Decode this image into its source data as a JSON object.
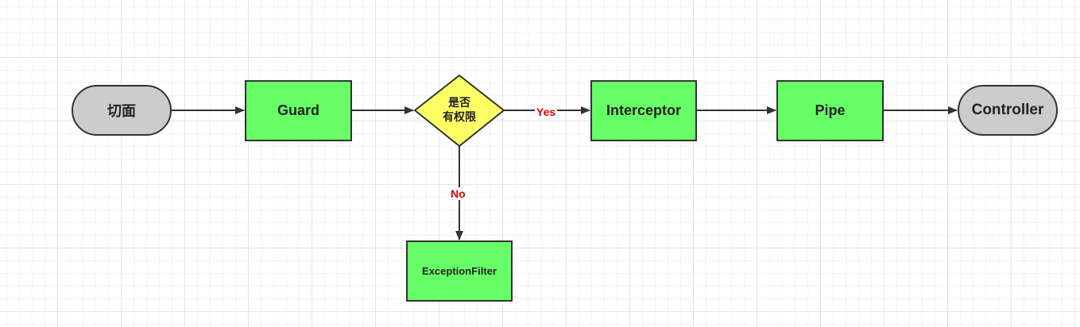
{
  "nodes": {
    "aspect": "切面",
    "guard": "Guard",
    "decision_line1": "是否",
    "decision_line2": "有权限",
    "interceptor": "Interceptor",
    "pipe": "Pipe",
    "controller": "Controller",
    "exception_filter": "ExceptionFilter"
  },
  "edges": {
    "yes_label": "Yes",
    "no_label": "No"
  },
  "colors": {
    "process_fill": "#66ff66",
    "terminal_fill": "#cccccc",
    "decision_fill": "#ffff66",
    "edge_label": "#e00000",
    "stroke": "#333333"
  }
}
